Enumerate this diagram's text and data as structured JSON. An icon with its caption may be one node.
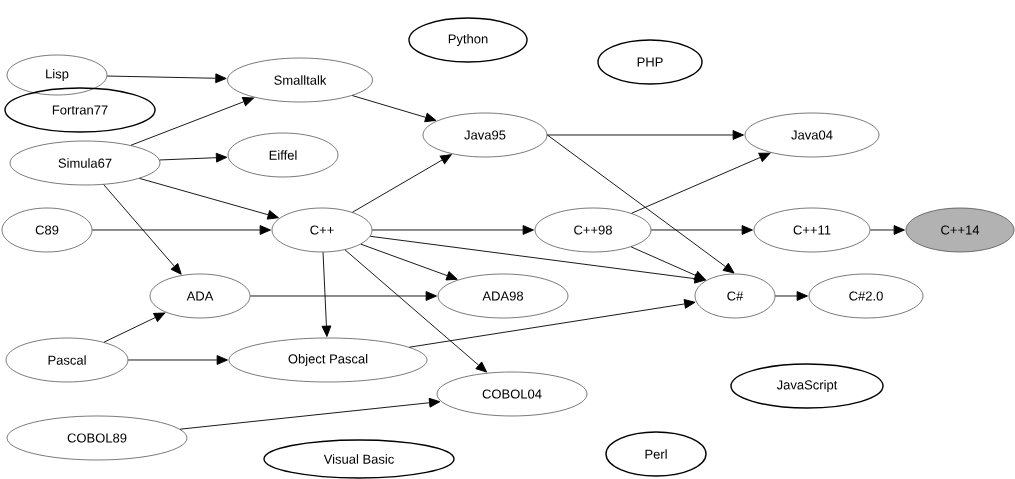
{
  "diagram": {
    "nodes": [
      {
        "text": [
          "Lisp"
        ]
      },
      {
        "text": [
          "Python"
        ]
      },
      {
        "text": [
          "PHP"
        ]
      },
      {
        "text": [
          "Smalltalk"
        ]
      },
      {
        "text": [
          "Fortran77"
        ]
      },
      {
        "text": [
          "Simula67"
        ]
      },
      {
        "text": [
          "Eiffel"
        ]
      },
      {
        "text": [
          "Java95"
        ]
      },
      {
        "text": [
          "Java04"
        ]
      },
      {
        "text": [
          "C89"
        ]
      },
      {
        "text": [
          "C++"
        ]
      },
      {
        "text": [
          "C++98"
        ]
      },
      {
        "text": [
          "C++11"
        ]
      },
      {
        "text": [
          "C++14"
        ]
      },
      {
        "text": [
          "ADA"
        ]
      },
      {
        "text": [
          "ADA98"
        ]
      },
      {
        "text": [
          "C#"
        ]
      },
      {
        "text": [
          "C#2.0"
        ]
      },
      {
        "text": [
          "Pascal"
        ]
      },
      {
        "text": [
          "Object Pascal"
        ]
      },
      {
        "text": [
          "JavaScript"
        ]
      },
      {
        "text": [
          "COBOL04"
        ]
      },
      {
        "text": [
          "COBOL89"
        ]
      },
      {
        "text": [
          "Visual Basic"
        ]
      },
      {
        "text": [
          "Perl"
        ]
      }
    ],
    "edges": [
      {
        "from": 0,
        "to": 3,
        "arrow": "to"
      },
      {
        "from": 5,
        "to": 3,
        "arrow": "to"
      },
      {
        "from": 5,
        "to": 6,
        "arrow": "to"
      },
      {
        "from": 5,
        "to": 10,
        "arrow": "to"
      },
      {
        "from": 5,
        "to": 14,
        "arrow": "to"
      },
      {
        "from": 9,
        "to": 10,
        "arrow": "to"
      },
      {
        "from": 3,
        "to": 7,
        "arrow": "to"
      },
      {
        "from": 10,
        "to": 7,
        "arrow": "to"
      },
      {
        "from": 10,
        "to": 11,
        "arrow": "to"
      },
      {
        "from": 10,
        "to": 16,
        "arrow": "to"
      },
      {
        "from": 10,
        "to": 15,
        "arrow": "to"
      },
      {
        "from": 10,
        "to": 19,
        "arrow": "to"
      },
      {
        "from": 10,
        "to": 21,
        "arrow": "to"
      },
      {
        "from": 18,
        "to": 14,
        "arrow": "to"
      },
      {
        "from": 18,
        "to": 19,
        "arrow": "to"
      },
      {
        "from": 14,
        "to": 15,
        "arrow": "to"
      },
      {
        "from": 19,
        "to": 16,
        "arrow": "to"
      },
      {
        "from": 22,
        "to": 21,
        "arrow": "to"
      },
      {
        "from": 7,
        "to": 8,
        "arrow": "to"
      },
      {
        "from": 7,
        "to": 16,
        "arrow": "to"
      },
      {
        "from": 11,
        "to": 8,
        "arrow": "to"
      },
      {
        "from": 11,
        "to": 12,
        "arrow": "to"
      },
      {
        "from": 11,
        "to": 16,
        "arrow": "to"
      },
      {
        "from": 12,
        "to": 13,
        "arrow": "to"
      },
      {
        "from": 16,
        "to": 17,
        "arrow": "to"
      }
    ]
  }
}
